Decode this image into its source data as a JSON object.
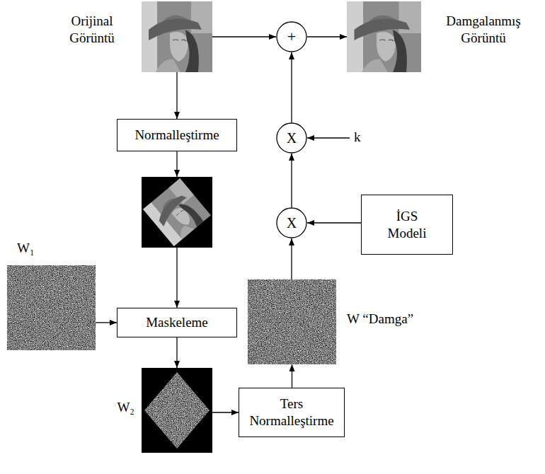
{
  "diagram": {
    "nodes": [
      {
        "text": [
          "Orijinal Görüntü"
        ]
      },
      {
        "text": [
          "+"
        ]
      },
      {
        "text": [
          "Damgalanmış Görüntü"
        ]
      },
      {
        "text": [
          "Normalleştirme"
        ]
      },
      {
        "text": [
          "X"
        ]
      },
      {
        "text": [
          "X"
        ]
      },
      {
        "text": [
          "İGS Modeli"
        ]
      },
      {
        "text": [
          "W₁"
        ]
      },
      {
        "text": [
          "Maskeleme"
        ]
      },
      {
        "text": [
          "W “Damga”"
        ]
      },
      {
        "text": [
          "W₂"
        ]
      },
      {
        "text": [
          "Ters Normalleştirme"
        ]
      }
    ],
    "edges": [
      {
        "from": 0,
        "to": 1,
        "arrow": "to"
      },
      {
        "from": 1,
        "to": 2,
        "arrow": "to"
      },
      {
        "from": 0,
        "to": 3,
        "arrow": "to"
      },
      {
        "from": 4,
        "to": 1,
        "arrow": "to"
      },
      {
        "from": 5,
        "to": 4,
        "arrow": "to"
      },
      {
        "from": 6,
        "to": 5,
        "arrow": "to"
      },
      {
        "from": 7,
        "to": 8,
        "arrow": "to"
      },
      {
        "from": 8,
        "to": 10,
        "arrow": "to"
      },
      {
        "from": 10,
        "to": 11,
        "arrow": "to"
      },
      {
        "from": 11,
        "to": 9,
        "arrow": "to"
      },
      {
        "from": 9,
        "to": 5,
        "arrow": "to"
      }
    ],
    "labels": [
      "k"
    ]
  }
}
